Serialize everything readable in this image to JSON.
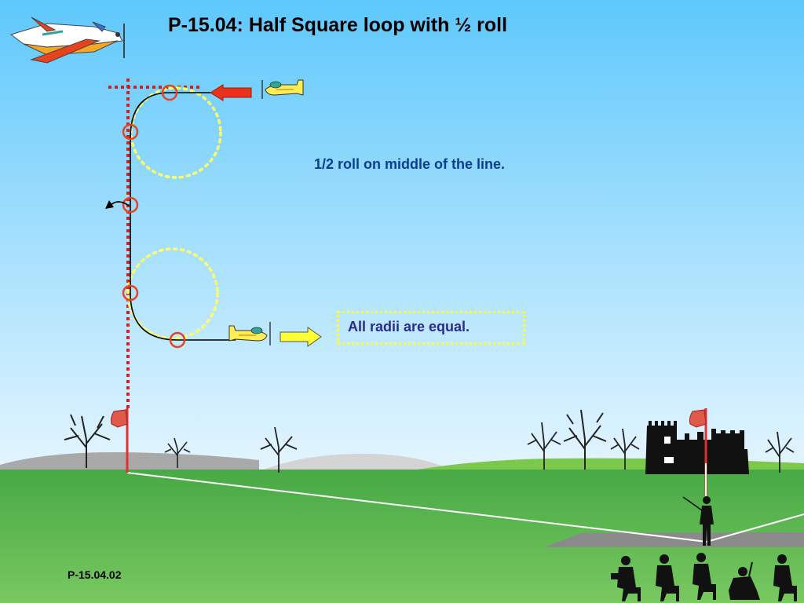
{
  "title": "P-15.04: Half Square loop with ½ roll",
  "annotations": {
    "roll_note": "1/2 roll on middle of the line.",
    "radii_note": "All radii are equal."
  },
  "footer": {
    "code": "P-15.04.02"
  },
  "colors": {
    "sky_top": "#5ec8fb",
    "sky_bottom": "#dff3fe",
    "grass": "#43a843",
    "path_line": "#000000",
    "marker_circle": "#e8421e",
    "loop_guide": "#ffff66",
    "entry_arrow": "#e8321e",
    "exit_arrow": "#ffff33",
    "aerobatic_box_line": "#d62020"
  }
}
